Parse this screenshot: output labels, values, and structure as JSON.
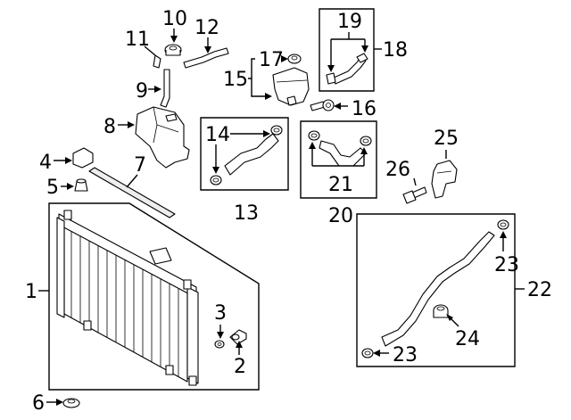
{
  "callouts": {
    "c1": "1",
    "c2": "2",
    "c3": "3",
    "c4": "4",
    "c5": "5",
    "c6": "6",
    "c7": "7",
    "c8": "8",
    "c9": "9",
    "c10": "10",
    "c11": "11",
    "c12": "12",
    "c13": "13",
    "c14": "14",
    "c15": "15",
    "c16": "16",
    "c17": "17",
    "c18": "18",
    "c19": "19",
    "c20": "20",
    "c21": "21",
    "c22": "22",
    "c23a": "23",
    "c23b": "23",
    "c24": "24",
    "c25": "25",
    "c26": "26"
  }
}
